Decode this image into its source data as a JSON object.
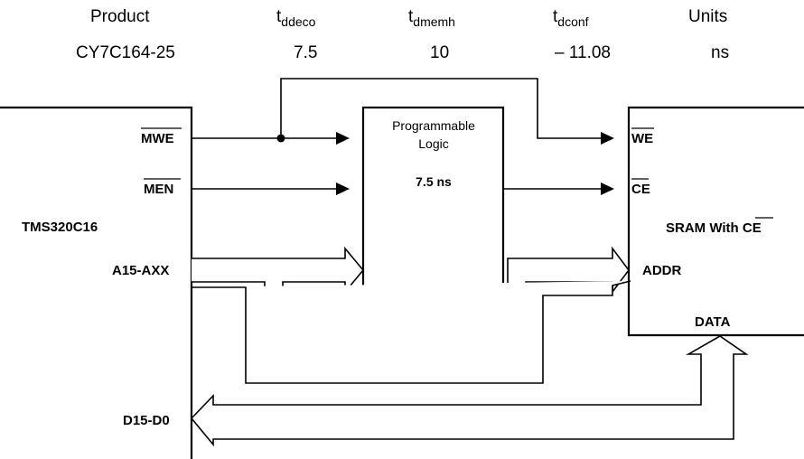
{
  "timing_table": {
    "headers": {
      "product": "Product",
      "t1_main": "t",
      "t1_sub": "ddeco",
      "t2_main": "t",
      "t2_sub": "dmemh",
      "t3_main": "t",
      "t3_sub": "dconf",
      "units": "Units"
    },
    "row": {
      "product": "CY7C164-25",
      "t1": "7.5",
      "t2": "10",
      "t3": "– 11.08",
      "units": "ns"
    }
  },
  "dsp_block": {
    "name": "TMS320C16",
    "pins": {
      "mwe": "MWE",
      "men": "MEN",
      "addr": "A15-AXX",
      "data": "D15-D0"
    }
  },
  "logic_block": {
    "line1": "Programmable",
    "line2": "Logic",
    "delay": "7.5 ns"
  },
  "sram_block": {
    "name_prefix": "SRAM With ",
    "name_overbar": "CE",
    "pins": {
      "we": "WE",
      "ce": "CE",
      "addr": "ADDR",
      "data": "DATA"
    }
  }
}
